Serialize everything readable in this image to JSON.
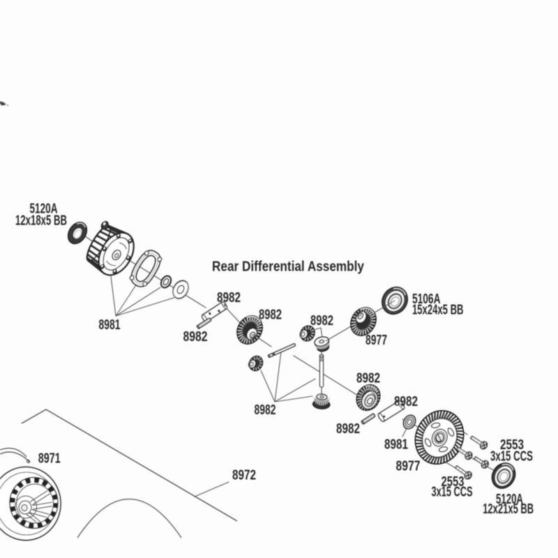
{
  "document": {
    "kind": "exploded parts diagram",
    "background": "#fdfdfd",
    "ink_color": "#2b2b2b",
    "line_color": "#565656"
  },
  "labels": {
    "bearing_tl_no": "5120A",
    "bearing_tl_size": "12x18x5 BB",
    "diff_case": "8981",
    "title": "Rear Differential Assembly",
    "sleeve": "8982",
    "pin_left": "8982",
    "gear_left": "8982",
    "spider": "8982",
    "outgear_right": "8977",
    "bearing_r_no": "5106A",
    "bearing_r_size": "15x24x5 BB",
    "spider_set": "8982",
    "gear_lower": "8982",
    "cyl_lower": "8982",
    "pin_lower": "8982",
    "washer_lower": "8981",
    "ring_gear": "8977",
    "screws_top_no": "2553",
    "screws_top_size": "3x15 CCS",
    "screws_bot_no": "2553",
    "screws_bot_size": "3x15 CCS",
    "bearing_br_no": "5120A",
    "bearing_br_size": "12x21x5 BB",
    "wheel": "8971",
    "chassis_rod": "8972"
  },
  "parts": [
    {
      "part_no": "5120A",
      "size": "12x18x5 BB",
      "component": "ball bearing (top left)"
    },
    {
      "part_no": "8981",
      "component": "differential case, gasket, o-ring, washer"
    },
    {
      "part_no": "8982",
      "component": "diff shafts, pins, output & spider bevel gears"
    },
    {
      "part_no": "8977",
      "component": "output gear / ring gear"
    },
    {
      "part_no": "5106A",
      "size": "15x24x5 BB",
      "component": "ball bearing (right)"
    },
    {
      "part_no": "2553",
      "size": "3x15 CCS",
      "component": "countersunk cap screws"
    },
    {
      "part_no": "5120A",
      "size": "12x21x5 BB",
      "component": "ball bearing (bottom right)"
    },
    {
      "part_no": "8971",
      "component": "wheel/tire (bottom left)"
    },
    {
      "part_no": "8972",
      "component": "chassis rod"
    }
  ]
}
